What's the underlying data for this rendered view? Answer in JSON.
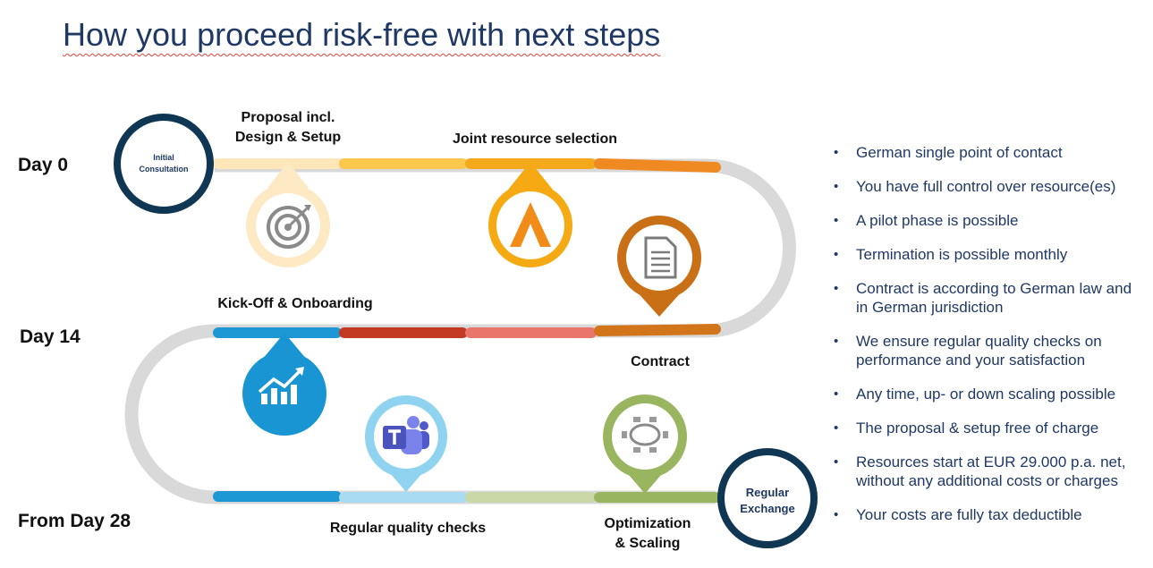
{
  "title": "How you proceed risk-free with next steps",
  "days": {
    "day0": "Day 0",
    "day14": "Day 14",
    "day28": "From Day 28"
  },
  "circles": {
    "start": "Initial Consultation",
    "end": "Regular Exchange"
  },
  "steps": {
    "proposal": "Proposal incl.\nDesign & Setup",
    "joint": "Joint resource selection",
    "contract": "Contract",
    "kickoff": "Kick-Off & Onboarding",
    "quality": "Regular quality checks",
    "optimization": "Optimization\n& Scaling"
  },
  "icons": {
    "proposal": "target-icon",
    "joint": "tent-logo-icon",
    "contract": "document-icon",
    "kickoff": "trend-chart-icon",
    "quality": "teams-icon",
    "optimization": "meeting-table-icon"
  },
  "colors": {
    "title": "#1f3864",
    "navy": "#0f3653",
    "track": "#d9d9d9",
    "proposal_pin": "#fde9c3",
    "joint_pin": "#f5a913",
    "contract_pin": "#c97016",
    "kickoff_pin": "#1a95d3",
    "quality_pin": "#8fd3f0",
    "optimization_pin": "#9ab560"
  },
  "bullets": [
    "German single point of contact",
    "You have full control over resource(es)",
    "A pilot phase is possible",
    "Termination is possible monthly",
    "Contract is according to German law and in German jurisdiction",
    "We ensure regular quality checks on performance and your satisfaction",
    "Any time, up- or down scaling possible",
    "The proposal & setup free of charge",
    "Resources start at EUR 29.000 p.a. net, without any additional costs or charges",
    "Your costs are fully tax deductible"
  ]
}
